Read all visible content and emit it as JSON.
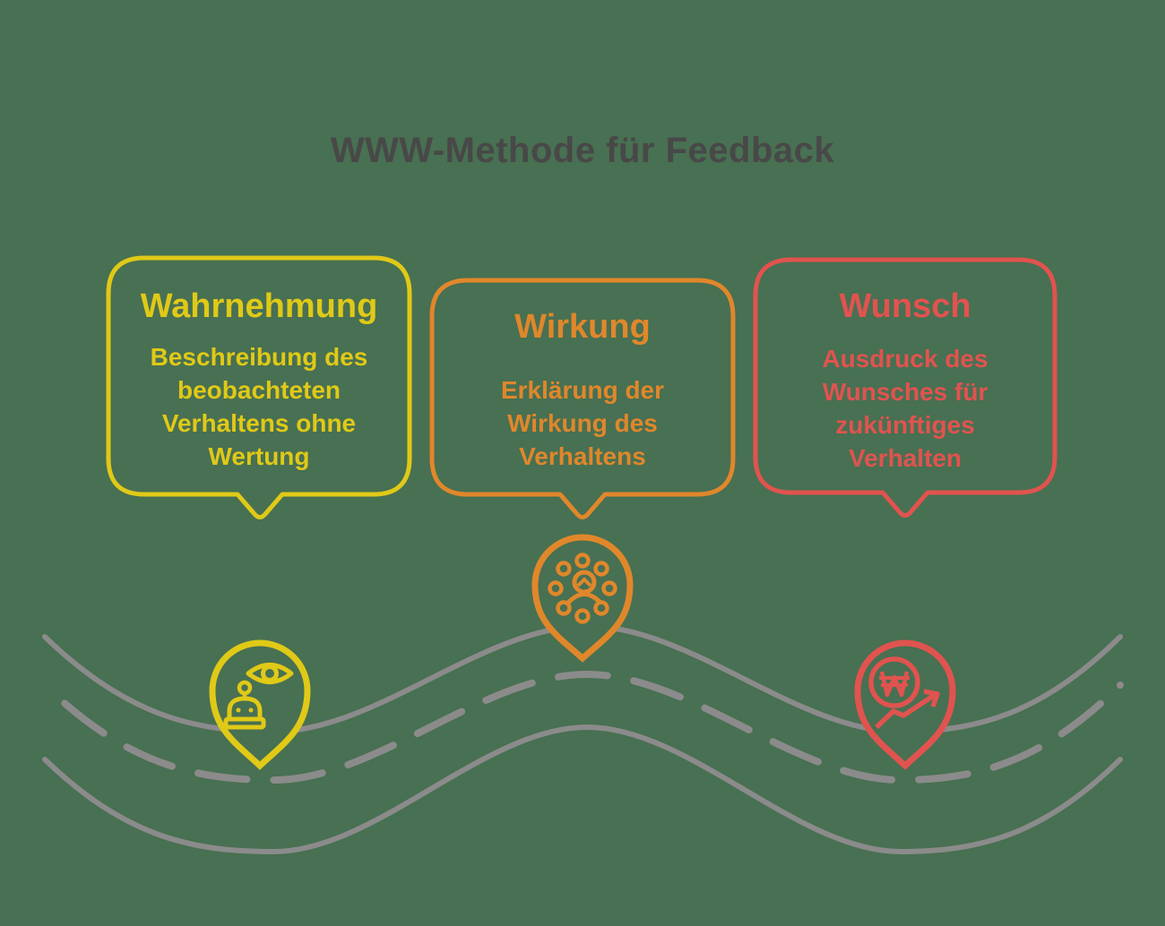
{
  "title": "WWW-Methode für Feedback",
  "colors": {
    "background": "#487052",
    "road": "#8B8B8B",
    "title_text": "#484848",
    "yellow": "#E0C917",
    "orange": "#E0872B",
    "red": "#E1534F"
  },
  "bubbles": [
    {
      "title": "Wahrnehmung",
      "body": "Beschreibung des\nbeobachteten\nVerhaltens ohne\nWertung",
      "color": "#E0C917",
      "pin_icon": "observer-robot-and-eye-icon"
    },
    {
      "title": "Wirkung",
      "body": "Erklärung der\nWirkung des\nVerhaltens",
      "color": "#E0872B",
      "pin_icon": "person-impact-dots-icon"
    },
    {
      "title": "Wunsch",
      "body": "Ausdruck des\nWunsches für\nzukünftiges\nVerhalten",
      "color": "#E1534F",
      "pin_icon": "won-coin-growth-arrow-icon"
    }
  ],
  "road": {
    "style": "winding road with dashed center line",
    "lanes": 2
  }
}
